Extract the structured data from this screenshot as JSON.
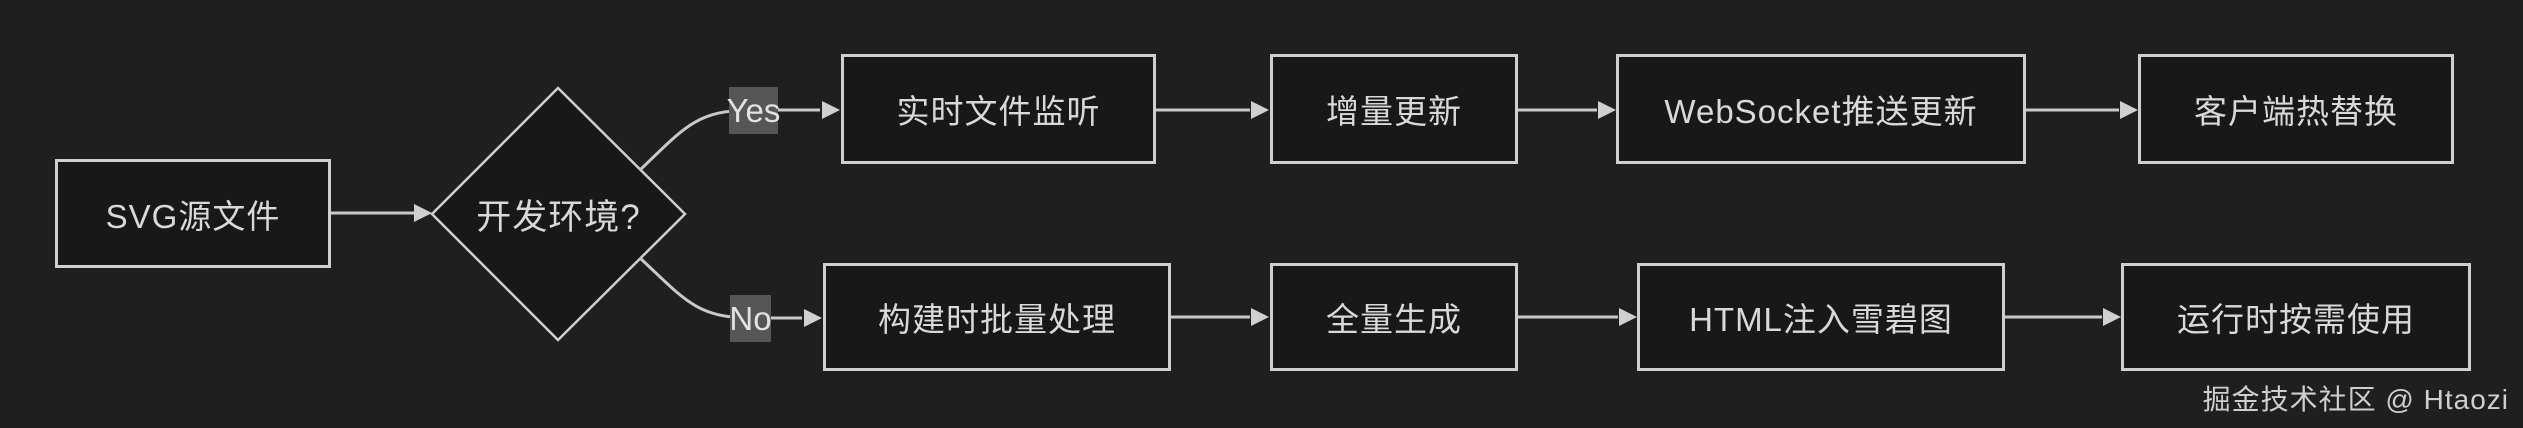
{
  "diagram": {
    "type": "flowchart",
    "direction": "left-to-right",
    "nodes": {
      "start": {
        "label": "SVG源文件",
        "shape": "rectangle"
      },
      "decision": {
        "label": "开发环境?",
        "shape": "diamond"
      },
      "yes_branch": [
        {
          "label": "实时文件监听"
        },
        {
          "label": "增量更新"
        },
        {
          "label": "WebSocket推送更新"
        },
        {
          "label": "客户端热替换"
        }
      ],
      "no_branch": [
        {
          "label": "构建时批量处理"
        },
        {
          "label": "全量生成"
        },
        {
          "label": "HTML注入雪碧图"
        },
        {
          "label": "运行时按需使用"
        }
      ]
    },
    "edges": [
      {
        "from": "SVG源文件",
        "to": "开发环境?",
        "label": ""
      },
      {
        "from": "开发环境?",
        "to": "实时文件监听",
        "label": "Yes"
      },
      {
        "from": "开发环境?",
        "to": "构建时批量处理",
        "label": "No"
      },
      {
        "from": "实时文件监听",
        "to": "增量更新",
        "label": ""
      },
      {
        "from": "增量更新",
        "to": "WebSocket推送更新",
        "label": ""
      },
      {
        "from": "WebSocket推送更新",
        "to": "客户端热替换",
        "label": ""
      },
      {
        "from": "构建时批量处理",
        "to": "全量生成",
        "label": ""
      },
      {
        "from": "全量生成",
        "to": "HTML注入雪碧图",
        "label": ""
      },
      {
        "from": "HTML注入雪碧图",
        "to": "运行时按需使用",
        "label": ""
      }
    ],
    "edge_labels": {
      "yes": "Yes",
      "no": "No"
    },
    "watermark": "掘金技术社区 @ Htaozi",
    "colors": {
      "background": "#1f1f1f",
      "node_fill": "#181818",
      "node_border": "#cfcfcf",
      "node_text": "#d9d9d9",
      "edge_line": "#c9c9c9",
      "edge_label_background": "#565656",
      "edge_label_text": "#e2e2e2",
      "watermark_text": "#cfcfcf"
    }
  }
}
